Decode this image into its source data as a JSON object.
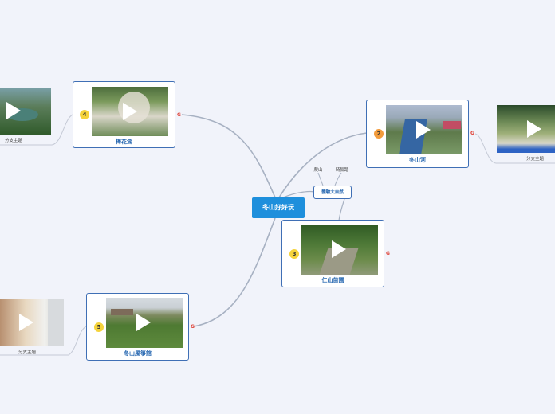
{
  "central": {
    "label": "冬山好好玩"
  },
  "experience": {
    "label": "體驗大自然",
    "sub_left": "爬山",
    "sub_right": "騎腳踏"
  },
  "nodes": [
    {
      "id": "plum",
      "label": "梅花湖",
      "badge": "4",
      "badge_color": "#f5d33b"
    },
    {
      "id": "river",
      "label": "冬山河",
      "badge": "2",
      "badge_color": "#f39c3c"
    },
    {
      "id": "nursery",
      "label": "仁山苗圃",
      "badge": "3",
      "badge_color": "#f5d33b"
    },
    {
      "id": "kite",
      "label": "冬山風箏館",
      "badge": "5",
      "badge_color": "#f5d33b"
    }
  ],
  "branches": [
    {
      "id": "plum-branch",
      "label": "分支主題"
    },
    {
      "id": "river-branch",
      "label": "分支主題"
    },
    {
      "id": "kite-branch",
      "label": "分支主題"
    }
  ],
  "colors": {
    "accent": "#1e8fdc",
    "border": "#3f6fb5",
    "background": "#f1f3fa"
  }
}
